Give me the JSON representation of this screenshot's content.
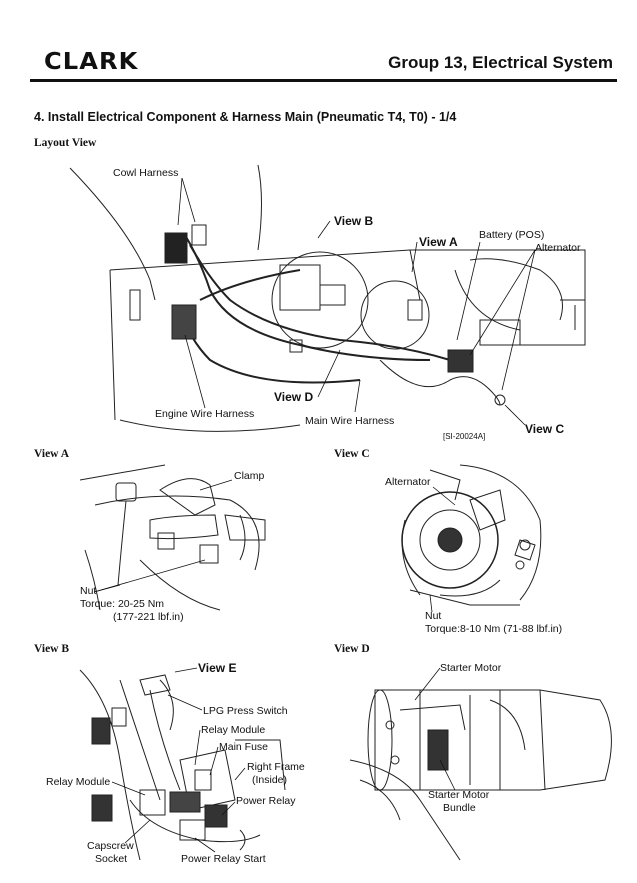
{
  "header": {
    "logo": "CLARK",
    "group_title": "Group 13, Electrical System"
  },
  "section_title": "4. Install Electrical Component & Harness Main (Pneumatic T4, T0) - 1/4",
  "layout_view": {
    "label": "Layout View",
    "callouts": {
      "cowl_harness": "Cowl Harness",
      "view_b": "View B",
      "view_a": "View A",
      "battery_pos": "Battery (POS)",
      "alternator": "Alternator",
      "view_d": "View D",
      "engine_wire_harness": "Engine Wire Harness",
      "main_wire_harness": "Main Wire Harness",
      "ref_code": "[SI-20024A]",
      "view_c": "View C"
    }
  },
  "view_a": {
    "label": "View A",
    "clamp": "Clamp",
    "nut": "Nut",
    "torque": "Torque: 20-25 Nm",
    "torque_imperial": "(177-221 lbf.in)"
  },
  "view_c": {
    "label": "View C",
    "alternator": "Alternator",
    "nut": "Nut",
    "torque": "Torque:8-10 Nm (71-88 lbf.in)"
  },
  "view_b": {
    "label": "View B",
    "view_e": "View E",
    "lpg_press_switch": "LPG Press Switch",
    "relay_module_top": "Relay Module",
    "main_fuse": "Main Fuse",
    "right_frame": "Right Frame",
    "right_frame_sub": "(Inside)",
    "relay_module_left": "Relay Module",
    "power_relay": "Power Relay",
    "capscrew": "Capscrew",
    "socket": "Socket",
    "power_relay_start": "Power Relay Start"
  },
  "view_d": {
    "label": "View D",
    "starter_motor": "Starter Motor",
    "starter_motor_bundle": "Starter Motor",
    "bundle": "Bundle"
  }
}
